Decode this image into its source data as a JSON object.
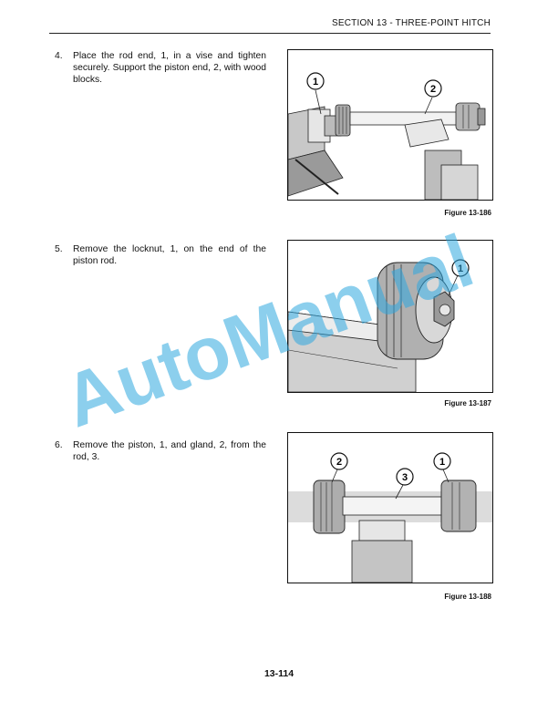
{
  "header": {
    "section": "SECTION 13 - THREE-POINT HITCH"
  },
  "steps": [
    {
      "number": "4.",
      "text": "Place the rod end, 1, in a vise and tighten securely. Support the piston end, 2, with wood blocks."
    },
    {
      "number": "5.",
      "text": "Remove the locknut, 1, on the end of the piston rod."
    },
    {
      "number": "6.",
      "text": "Remove the piston, 1, and gland, 2, from the rod, 3."
    }
  ],
  "figures": [
    {
      "caption": "Figure 13-186",
      "callouts": [
        "1",
        "2"
      ]
    },
    {
      "caption": "Figure 13-187",
      "callouts": [
        "1"
      ]
    },
    {
      "caption": "Figure 13-188",
      "callouts": [
        "2",
        "3",
        "1"
      ]
    }
  ],
  "watermark": "AutoManual",
  "page_number": "13-114"
}
